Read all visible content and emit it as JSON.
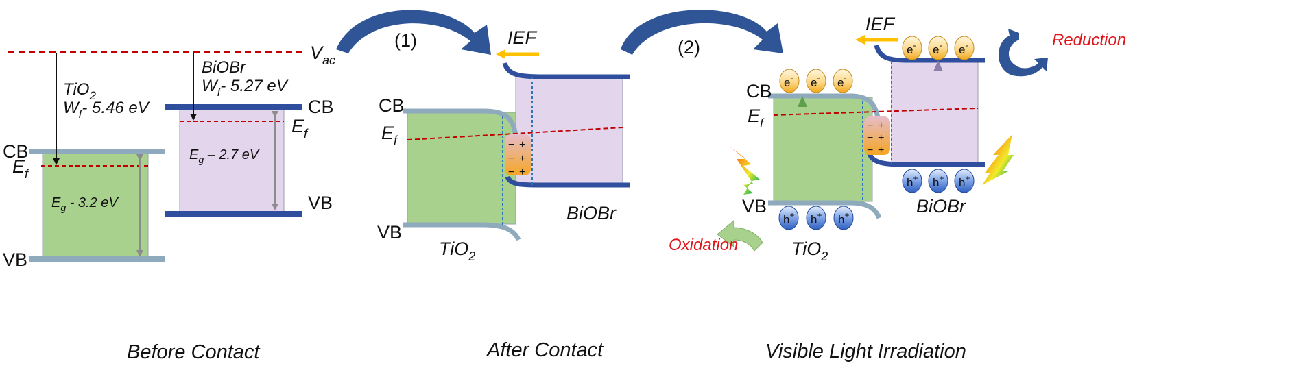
{
  "panel_before": {
    "vac_sub": "ac",
    "tio2": {
      "name": "TiO",
      "sub": "2",
      "wf_prefix": "W",
      "wf_sub": "f",
      "wf_value": "- 5.46 eV",
      "cb": "CB",
      "ef": "E",
      "ef_sub": "f",
      "vb": "VB",
      "eg_prefix": "E",
      "eg_sub": "g",
      "eg_value": " - 3.2 eV"
    },
    "biobr": {
      "name": "BiOBr",
      "wf_prefix": "W",
      "wf_sub": "f",
      "wf_value": "- 5.27 eV",
      "cb": "CB",
      "ef": "E",
      "ef_sub": "f",
      "vb": "VB",
      "eg_prefix": "E",
      "eg_sub": "g",
      "eg_value": " – 2.7 eV"
    },
    "caption": "Before Contact"
  },
  "step1": "(1)",
  "step2": "(2)",
  "panel_after": {
    "ief": "IEF",
    "cb": "CB",
    "ef": "E",
    "ef_sub": "f",
    "vb": "VB",
    "tio2": "TiO",
    "tio2_sub": "2",
    "biobr": "BiOBr",
    "minus": "−",
    "plus": "+",
    "caption": "After Contact"
  },
  "panel_light": {
    "ief": "IEF",
    "cb": "CB",
    "ef": "E",
    "ef_sub": "f",
    "vb": "VB",
    "tio2": "TiO",
    "tio2_sub": "2",
    "biobr": "BiOBr",
    "electron": "e",
    "electron_sup": "-",
    "hole": "h",
    "hole_sup": "+",
    "reduction": "Reduction",
    "oxidation": "Oxidation",
    "minus": "−",
    "plus": "+",
    "caption": "Visible Light Irradiation"
  },
  "colors": {
    "tio2_fill": "#a9d18e",
    "biobr_fill": "#e3d5ec",
    "band_tio2": "#8faabd",
    "band_biobr": "#2f4f9e",
    "fermi": "#c00000",
    "ief_arrow": "#ffc000",
    "curved_arrow": "#2f5597",
    "label_red": "#e0141b"
  }
}
